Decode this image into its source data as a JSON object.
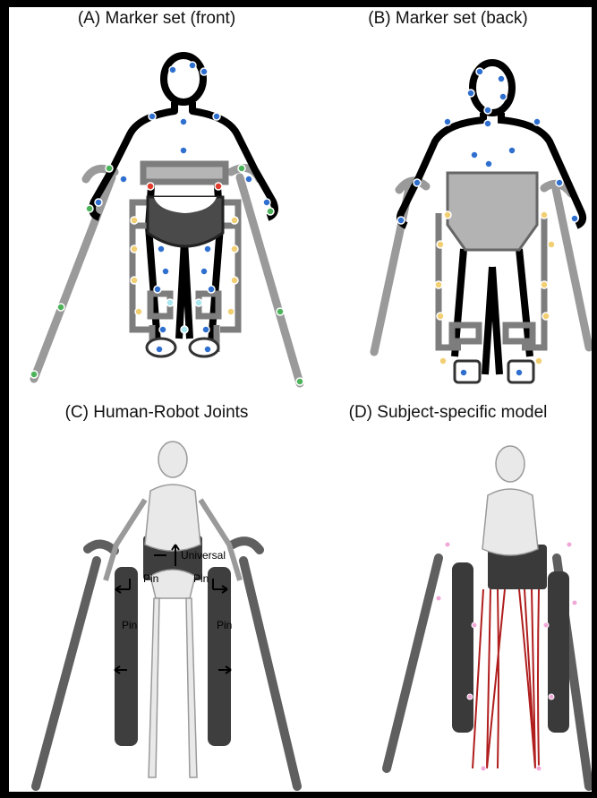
{
  "panels": {
    "a": {
      "title": "(A) Marker set (front)"
    },
    "b": {
      "title": "(B) Marker set (back)"
    },
    "c": {
      "title": "(C) Human-Robot Joints"
    },
    "d": {
      "title": "(D) Subject-specific model"
    }
  },
  "joint_labels": {
    "universal": "Universal",
    "pin_hip_left": "Pin",
    "pin_hip_right": "Pin",
    "pin_knee_left": "Pin",
    "pin_knee_right": "Pin"
  },
  "colors": {
    "marker_blue": "#2f6fcf",
    "marker_yellow": "#f2cf73",
    "marker_green": "#4db35a",
    "marker_red": "#e23b2b",
    "marker_cyan": "#a8e6f0",
    "marker_pink": "#f0a8d8",
    "exo_gray": "#8c8c8c",
    "muscle_red": "#b01e1e"
  }
}
